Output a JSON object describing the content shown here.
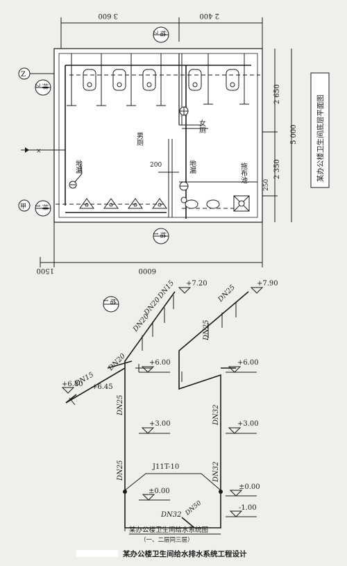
{
  "plan": {
    "title": "某办公楼卫生间底层平面图",
    "dims": {
      "top_left": "3 600",
      "top_right": "2 400",
      "right_upper": "2 650",
      "right_total": "5 000",
      "right_lower": "2 350",
      "right_small": "250",
      "bottom_left": "1500",
      "bottom_main": "6000",
      "inner": "200"
    },
    "axis_z": "Z",
    "axis_jia": "甲",
    "drain_tag": "排",
    "drain_top_num": "2",
    "drain_left_num": "1",
    "supply_tag": "给",
    "supply_top_num": "2",
    "supply_bottom_num": "1",
    "room_male": "男厕",
    "room_female": "女厕",
    "floor_drain": "地漏",
    "mop_pool": "拖布池"
  },
  "system": {
    "title": "某办公楼卫生间给水系统图",
    "subtitle": "（一、二层同三层）",
    "riser_tag": "给",
    "riser_num": "1",
    "elev": {
      "e720": "+7.20",
      "e790": "+7.90",
      "e600a": "+6.00",
      "e600b": "+6.00",
      "e680": "+6.80",
      "e645": "+6.45",
      "e300a": "+3.00",
      "e300b": "+3.00",
      "e000a": "±0.00",
      "e000b": "±0.00",
      "em100": "-1.00"
    },
    "pipe": {
      "dn15a": "DN15",
      "dn20a": "DN20",
      "dn20b": "DN20",
      "dn20c": "DN20",
      "dn25top": "DN25",
      "dn15b": "DN15",
      "dn25left": "DN25",
      "dn25right": "DN25",
      "dn32a": "DN32",
      "dn25low": "DN25",
      "dn32b": "DN32",
      "dn32bottom": "DN32",
      "dn50": "DN50"
    },
    "meter": "J11T-10"
  },
  "caption": "某办公楼卫生间给水排水系统工程设计"
}
